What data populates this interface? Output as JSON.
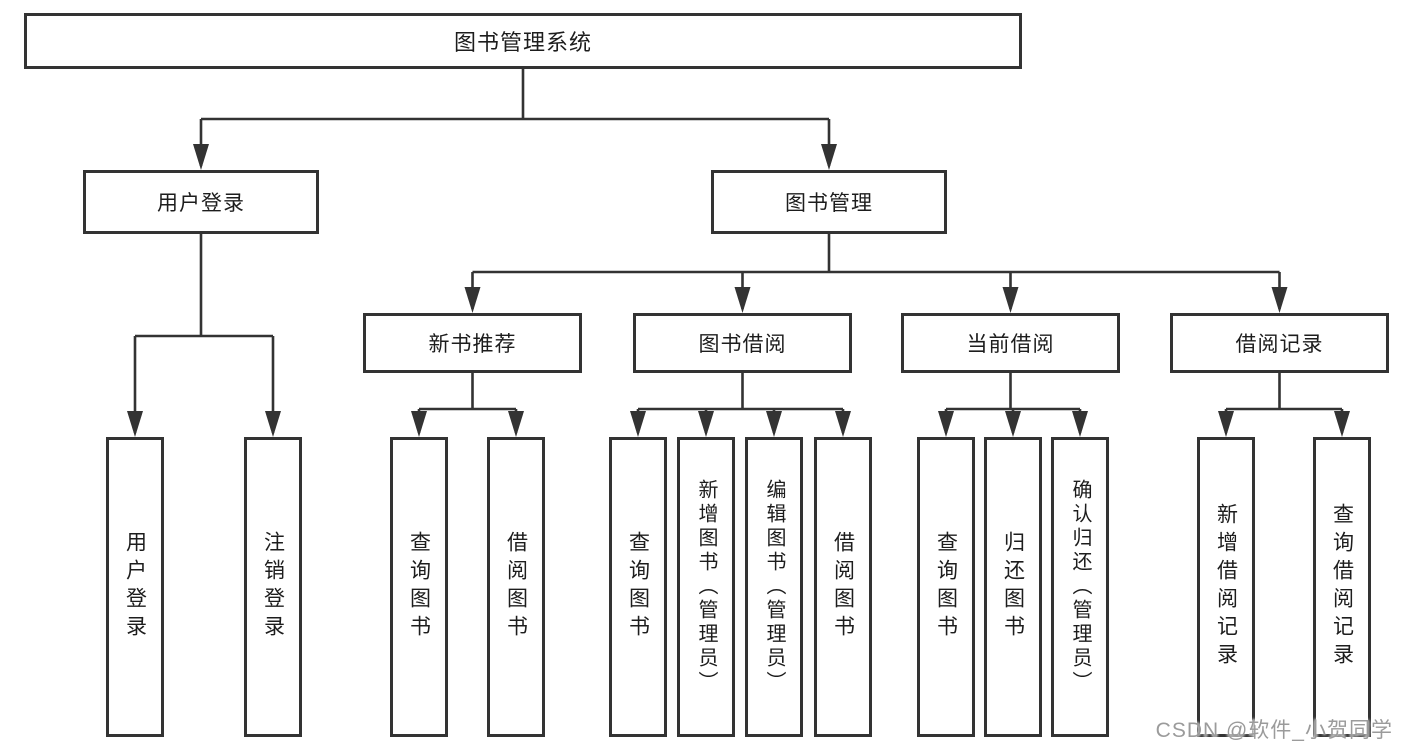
{
  "colors": {
    "line": "#333333",
    "box_border": "#333333",
    "box_bg": "#ffffff",
    "text": "#1d1d1d",
    "watermark": "#9b9b9b"
  },
  "root": {
    "label": "图书管理系统"
  },
  "level2": {
    "user_login": {
      "label": "用户登录"
    },
    "book_management": {
      "label": "图书管理"
    }
  },
  "level3": {
    "new_book_recommend": {
      "label": "新书推荐"
    },
    "book_borrow": {
      "label": "图书借阅"
    },
    "current_borrow": {
      "label": "当前借阅"
    },
    "borrow_records": {
      "label": "借阅记录"
    }
  },
  "leaves": {
    "user_login": [
      "用户登录",
      "注销登录"
    ],
    "new_book_recommend": [
      "查询图书",
      "借阅图书"
    ],
    "book_borrow": [
      "查询图书",
      "新增图书（管理员）",
      "编辑图书（管理员）",
      "借阅图书"
    ],
    "current_borrow": [
      "查询图书",
      "归还图书",
      "确认归还（管理员）"
    ],
    "borrow_records": [
      "新增借阅记录",
      "查询借阅记录"
    ]
  },
  "watermark": "CSDN @软件_小贺同学"
}
